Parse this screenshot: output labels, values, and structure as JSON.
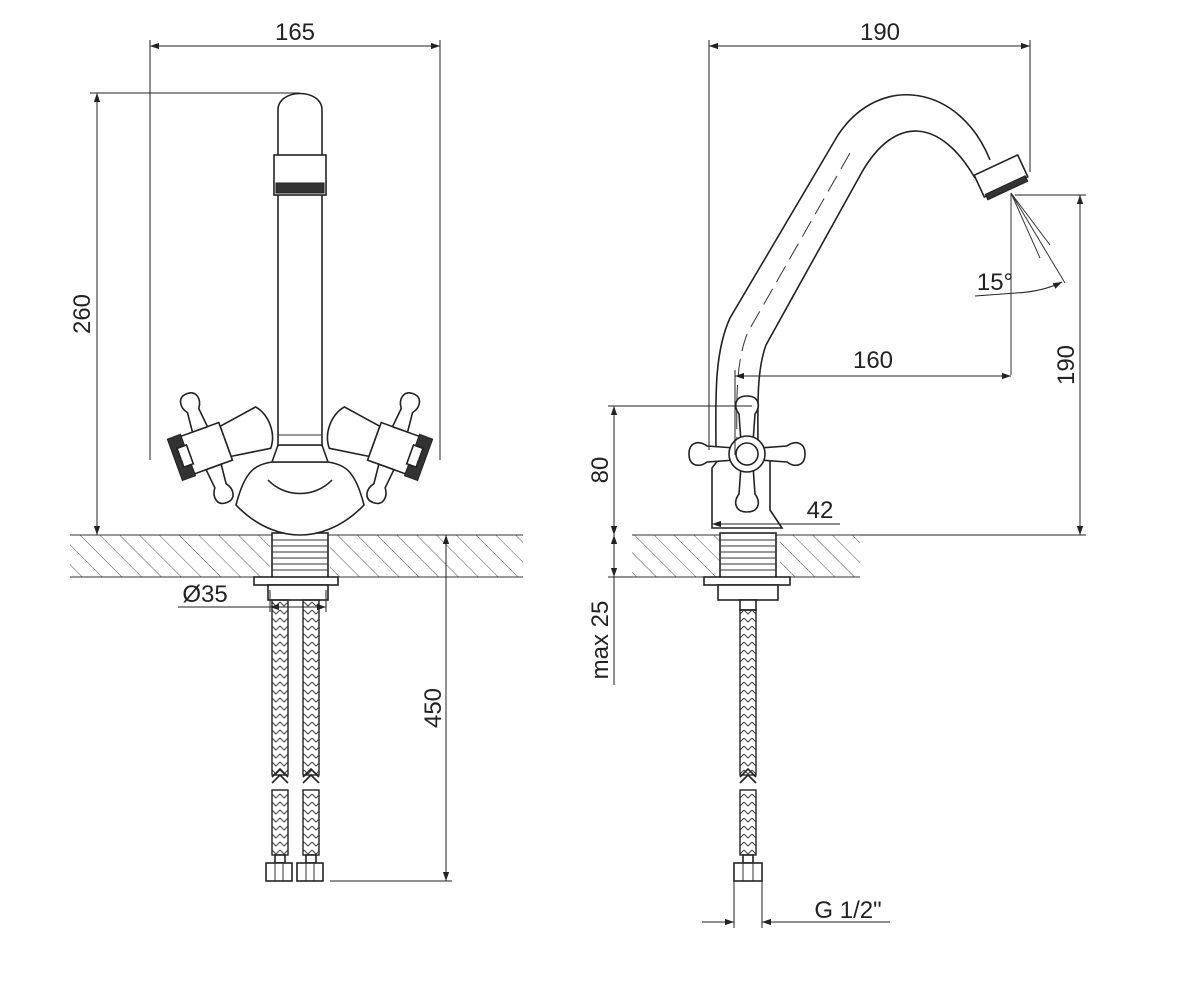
{
  "dimensions": {
    "front_width": "165",
    "front_height": "260",
    "base_diameter": "Ø35",
    "hose_length": "450",
    "side_width": "190",
    "spout_reach": "160",
    "spray_angle": "15°",
    "spout_height": "190",
    "handle_height": "80",
    "body_width": "42",
    "max_counter_thickness": "max 25",
    "connection_thread": "G 1/2\""
  }
}
